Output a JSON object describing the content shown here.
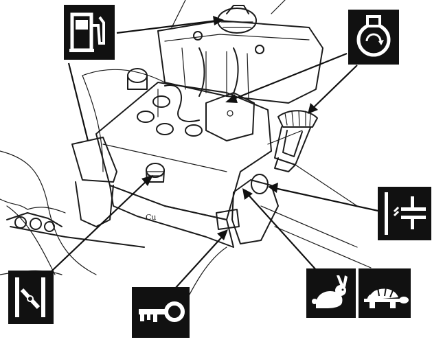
{
  "figure": {
    "subject": "engine-controls-diagram",
    "colors": {
      "ink": "#111111",
      "paper": "#ffffff"
    }
  },
  "symbols": [
    {
      "id": "fuel",
      "icon": "fuel-pump-icon"
    },
    {
      "id": "engine-start",
      "icon": "engine-start-icon"
    },
    {
      "id": "choke",
      "icon": "choke-icon"
    },
    {
      "id": "throttle-fast",
      "icon": "rabbit-icon"
    },
    {
      "id": "throttle-slow",
      "icon": "turtle-icon"
    },
    {
      "id": "ignition-key",
      "icon": "key-icon"
    },
    {
      "id": "fuel-shutoff",
      "icon": "fuel-valve-icon"
    }
  ],
  "engine_label": "Cu"
}
